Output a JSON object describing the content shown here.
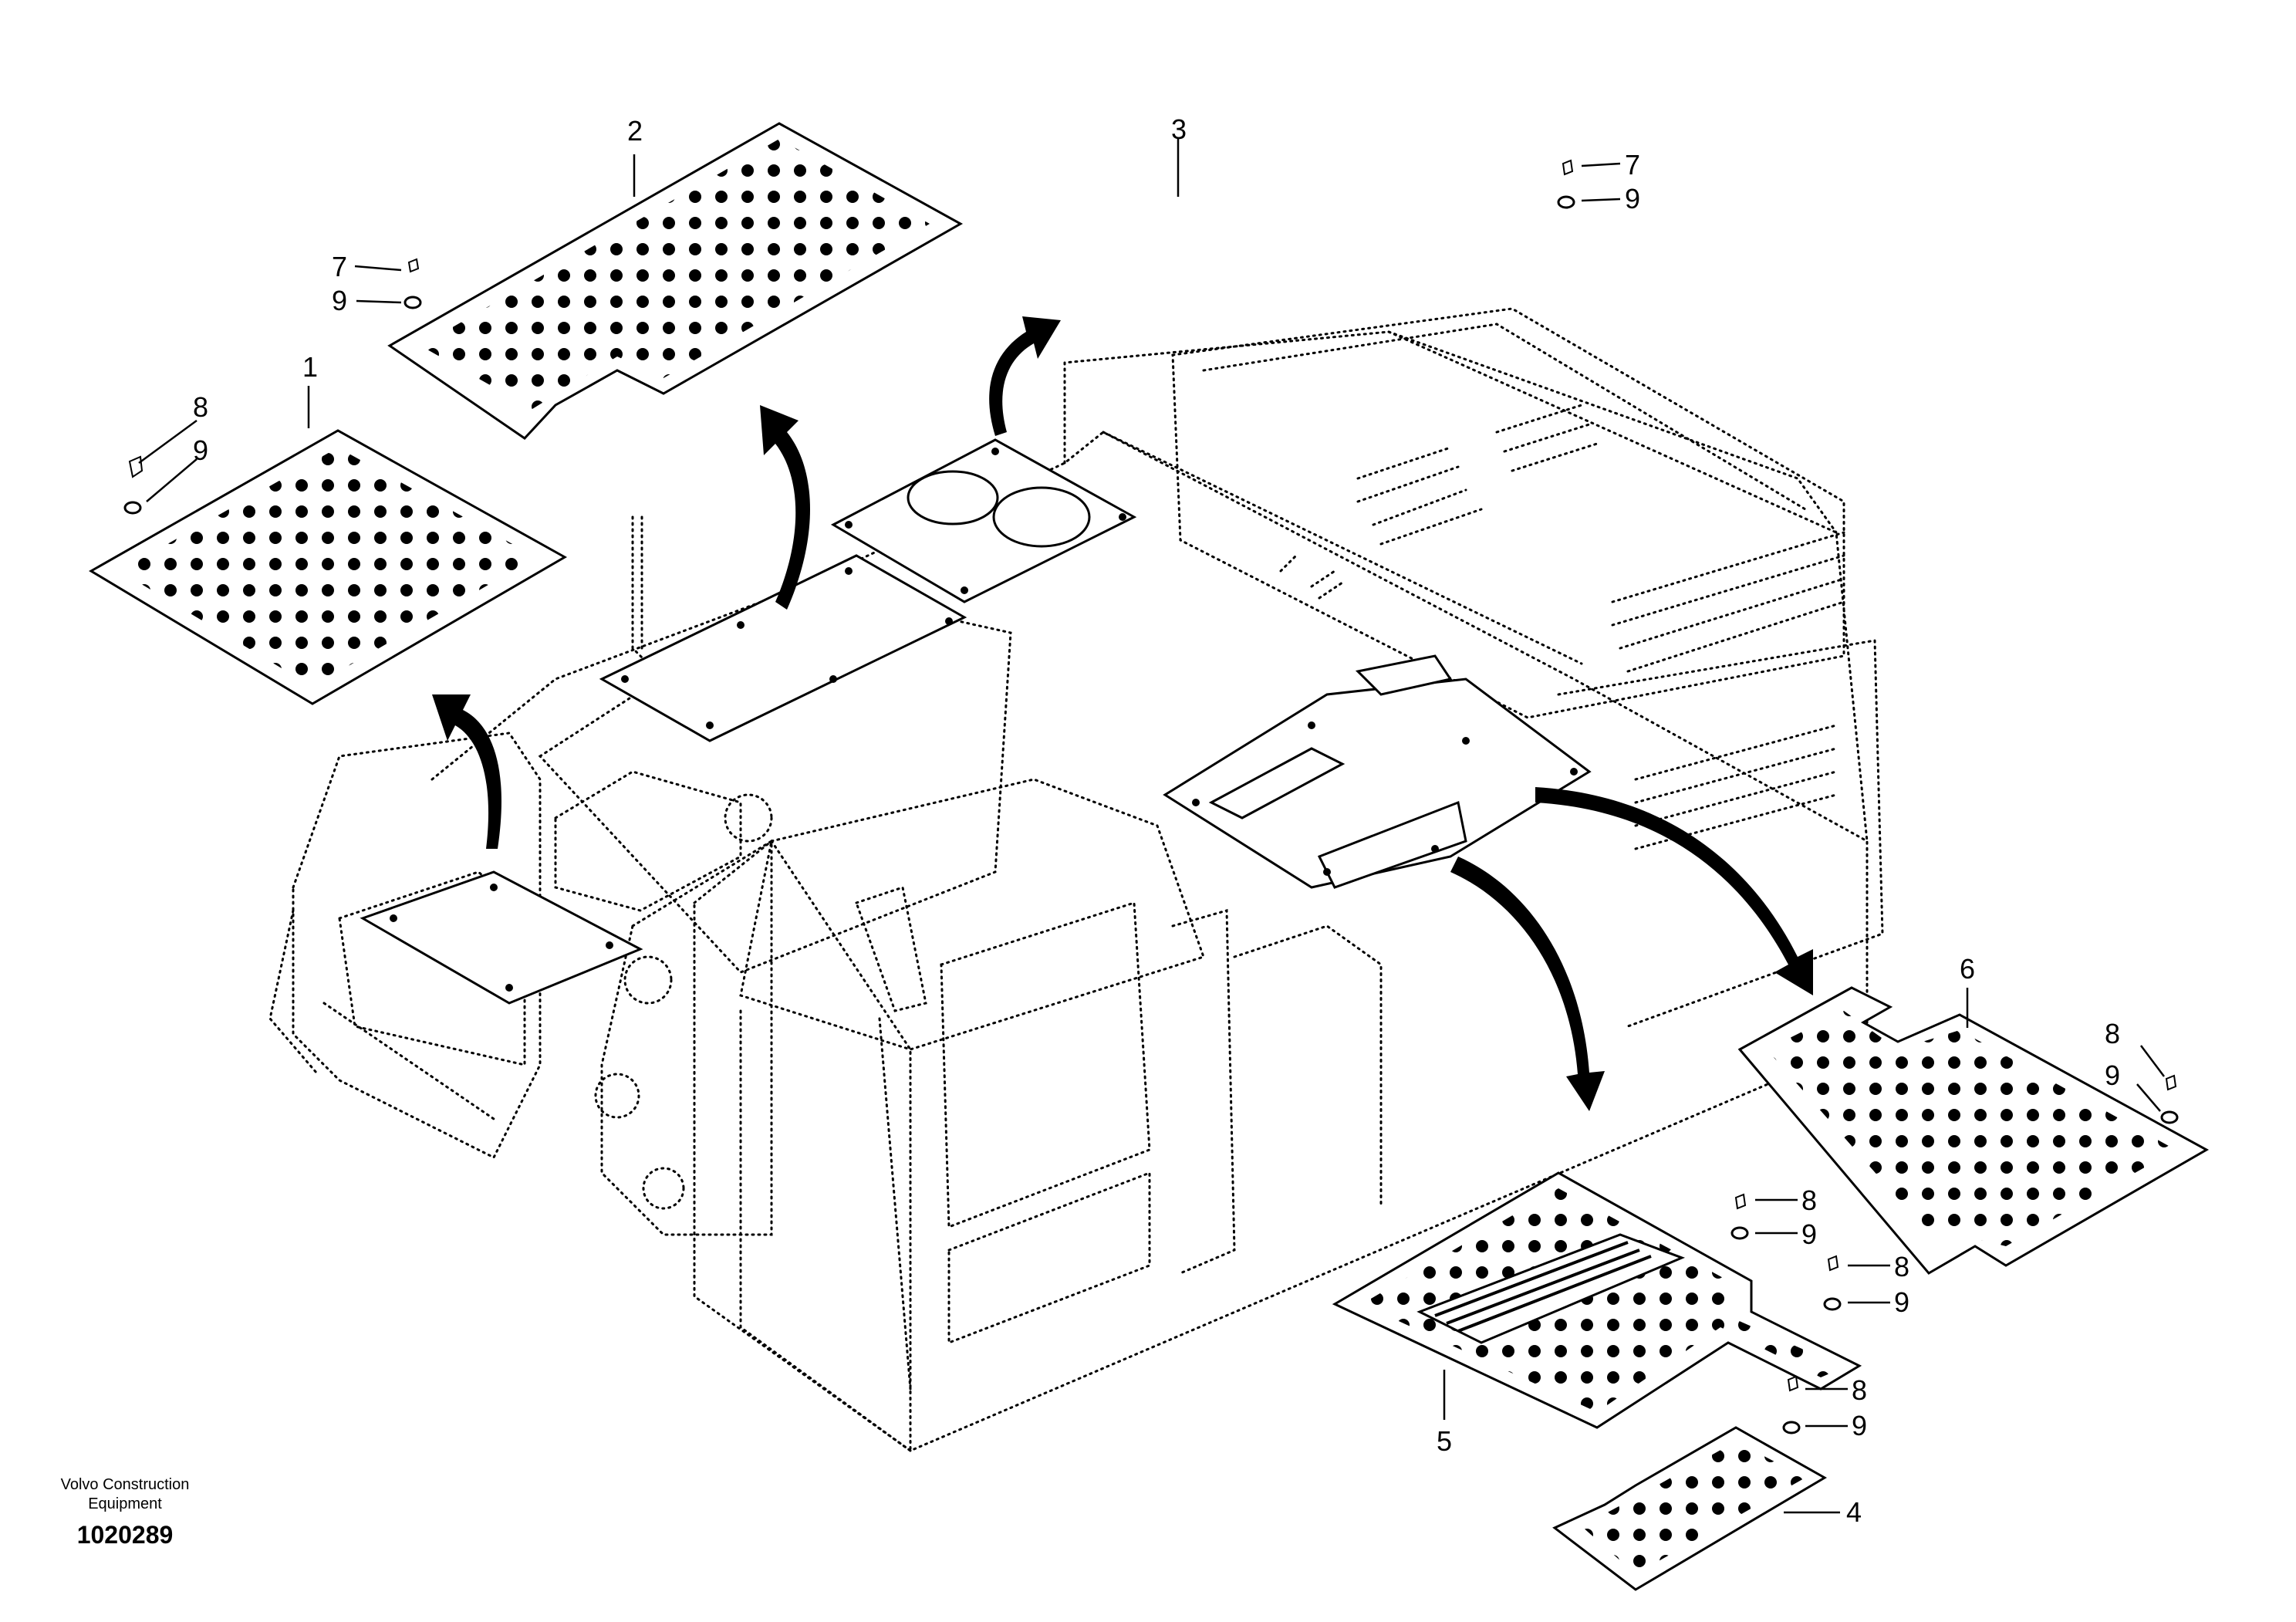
{
  "callouts": {
    "c1": "1",
    "c2": "2",
    "c3": "3",
    "c4": "4",
    "c5": "5",
    "c6": "6",
    "c7a": "7",
    "c9a": "9",
    "c7b": "7",
    "c9b": "9",
    "c8a": "8",
    "c9c": "9",
    "c8b": "8",
    "c9d": "9",
    "c8c": "8",
    "c9e": "9",
    "c8d": "8",
    "c9f": "9",
    "c8e": "8",
    "c9g": "9"
  },
  "footer": {
    "company_line1": "Volvo Construction",
    "company_line2": "Equipment",
    "drawing_number": "1020289"
  }
}
